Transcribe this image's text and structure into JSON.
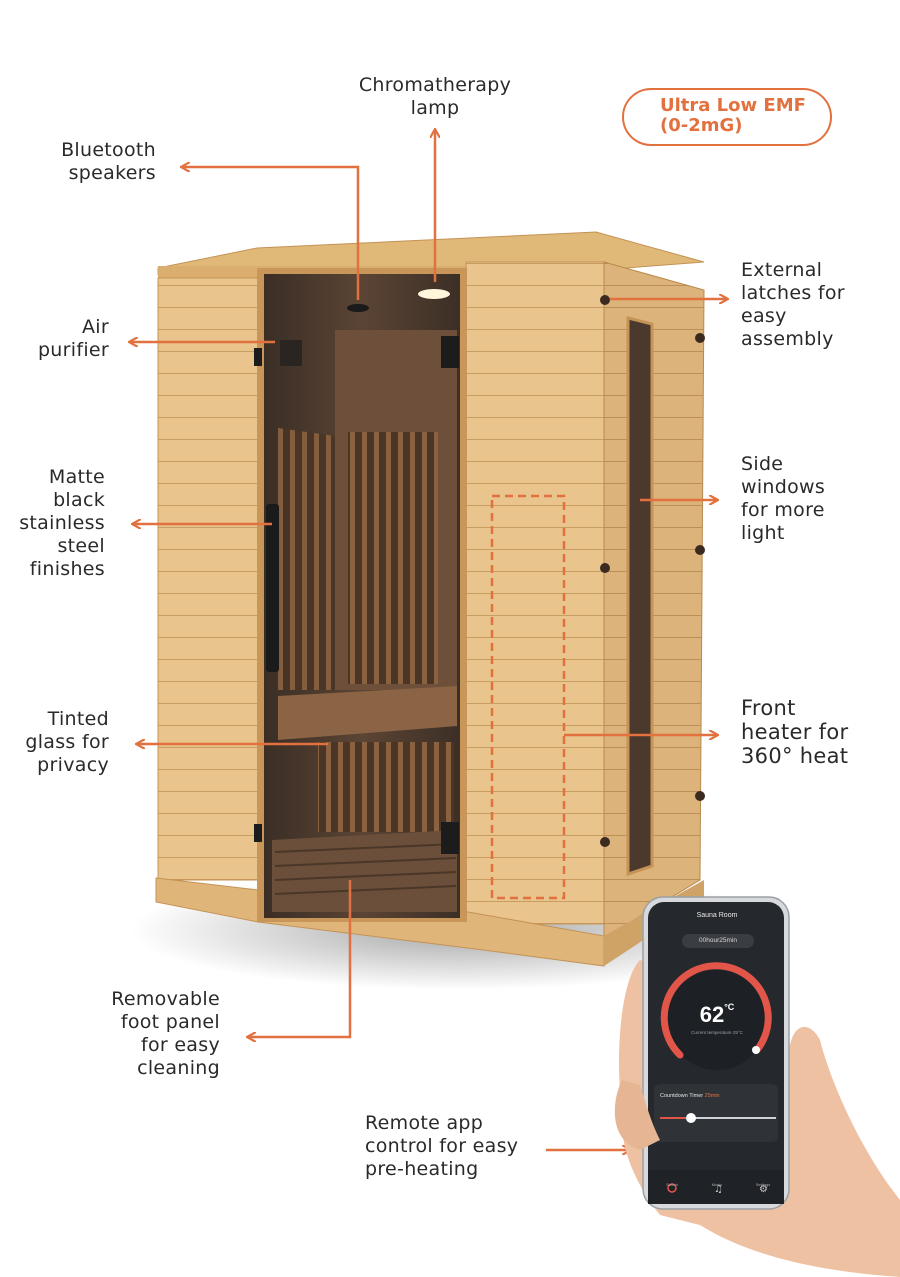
{
  "badge": {
    "lines": [
      "Ultra Low EMF",
      "(0-2mG)"
    ]
  },
  "callouts": {
    "chromatherapy": [
      "Chromatherapy",
      "lamp"
    ],
    "bluetooth": [
      "Bluetooth",
      "speakers"
    ],
    "air_purifier": [
      "Air",
      "purifier"
    ],
    "matte_black": [
      "Matte",
      "black",
      "stainless",
      "steel",
      "finishes"
    ],
    "tinted_glass": [
      "Tinted",
      "glass for",
      "privacy"
    ],
    "foot_panel": [
      "Removable",
      "foot panel",
      "for easy",
      "cleaning"
    ],
    "external_latches": [
      "External",
      "latches for",
      "easy",
      "assembly"
    ],
    "side_windows": [
      "Side",
      "windows",
      "for more",
      "light"
    ],
    "front_heater": [
      "Front",
      "heater for",
      "360° heat"
    ],
    "remote_app": [
      "Remote app",
      "control for easy",
      "pre-heating"
    ]
  },
  "phone": {
    "title": "Sauna Room",
    "timer_pill": "00hour25min",
    "temperature": "62",
    "temp_unit": "°C",
    "current_temp": "Current temperature 25°C",
    "countdown_label": "Countdown Timer",
    "countdown_value": "25min",
    "nav": [
      "Switch",
      "Music",
      "Settings"
    ]
  },
  "colors": {
    "accent": "#e2713f",
    "wood": "#e7c18a",
    "wood_dark": "#c99a5b",
    "phone_screen": "#25282d"
  }
}
